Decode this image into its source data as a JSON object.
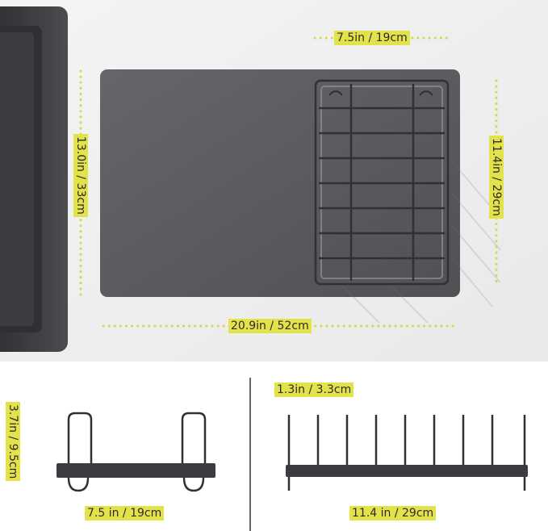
{
  "colors": {
    "accent": "#e2e34b",
    "mat": "#5a5c5f",
    "rack": "#2f3134",
    "sink": "#3a3c3f"
  },
  "dimensions": {
    "rack_width_top": "7.5in / 19cm",
    "mat_height": "13.0in / 33cm",
    "rack_length_side": "11.4in / 29cm",
    "mat_width": "20.9in / 52cm",
    "rack_height_side": "3.7in / 9.5cm",
    "rack_width_side": "7.5 in / 19cm",
    "slot_spacing": "1.3in / 3.3cm",
    "rack_length_front": "11.4 in / 29cm"
  }
}
